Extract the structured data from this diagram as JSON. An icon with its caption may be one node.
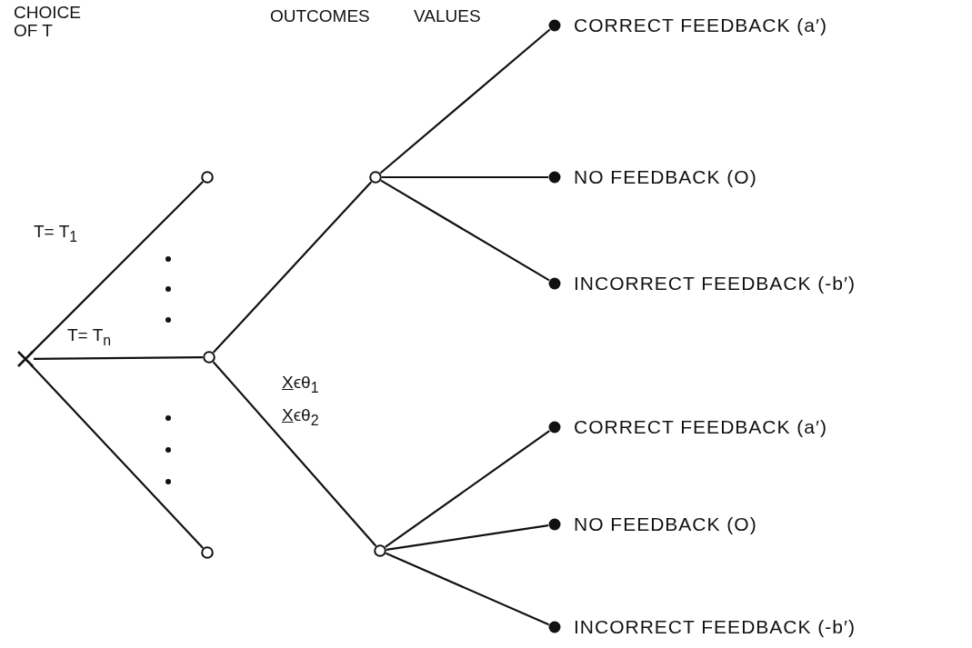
{
  "diagram": {
    "nodes": [
      {
        "text": [],
        "shape": "cross"
      },
      {
        "text": [],
        "shape": "circle"
      },
      {
        "text": [],
        "shape": "circle"
      },
      {
        "text": [],
        "shape": "circle"
      },
      {
        "text": [],
        "shape": "circle"
      },
      {
        "text": [],
        "shape": "circle"
      },
      {
        "text": [],
        "shape": "dot",
        "beside": [
          "CORRECT FEEDBACK (a′)"
        ]
      },
      {
        "text": [],
        "shape": "dot",
        "beside": [
          "NO FEEDBACK (O)"
        ]
      },
      {
        "text": [],
        "shape": "dot",
        "beside": [
          "INCORRECT FEEDBACK (-b′)"
        ]
      },
      {
        "text": [],
        "shape": "dot",
        "beside": [
          "CORRECT FEEDBACK (a′)"
        ]
      },
      {
        "text": [],
        "shape": "dot",
        "beside": [
          "NO FEEDBACK (O)"
        ]
      },
      {
        "text": [],
        "shape": "dot",
        "beside": [
          "INCORRECT FEEDBACK (-b′)"
        ]
      }
    ],
    "edges": [
      {
        "from": 0,
        "to": 1,
        "arrow": "none",
        "label": "T= T$_{1}$"
      },
      {
        "from": 0,
        "to": 2,
        "arrow": "none",
        "label": "T= T$_{n}$"
      },
      {
        "from": 0,
        "to": 3,
        "arrow": "none"
      },
      {
        "from": 2,
        "to": 4,
        "arrow": "none",
        "label": "Xϵθ$_{1}$"
      },
      {
        "from": 2,
        "to": 5,
        "arrow": "none",
        "label": "Xϵθ$_{2}$"
      },
      {
        "from": 4,
        "to": 6,
        "arrow": "none"
      },
      {
        "from": 4,
        "to": 7,
        "arrow": "none"
      },
      {
        "from": 4,
        "to": 8,
        "arrow": "none"
      },
      {
        "from": 5,
        "to": 9,
        "arrow": "none"
      },
      {
        "from": 5,
        "to": 10,
        "arrow": "none"
      },
      {
        "from": 5,
        "to": 11,
        "arrow": "none"
      }
    ],
    "labels": [
      "CHOICE OF T",
      "OUTCOMES",
      "VALUES"
    ]
  }
}
